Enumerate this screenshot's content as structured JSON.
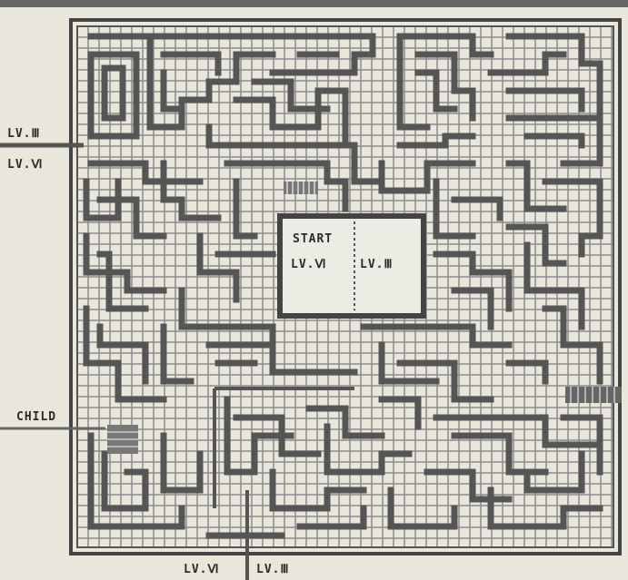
{
  "maze": {
    "labels": {
      "exit_top": "LV.Ⅲ",
      "exit_mid": "LV.Ⅵ",
      "start": "START",
      "start_left": "LV.Ⅵ",
      "start_right": "LV.Ⅲ",
      "child": "CHILD",
      "bottom_left": "LV.Ⅵ",
      "bottom_right": "LV.Ⅲ"
    },
    "colors": {
      "paper": "#e9e6dc",
      "wall": "#555555",
      "grid": "#8c8c8c",
      "text": "#2b2b2b"
    }
  }
}
